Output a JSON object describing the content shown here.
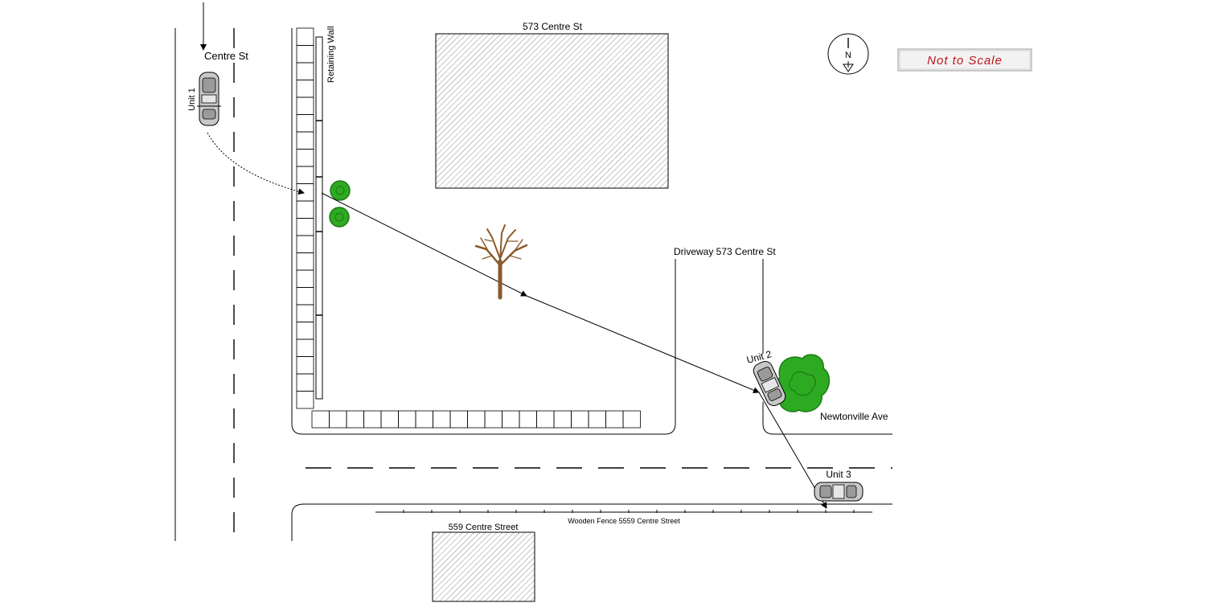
{
  "labels": {
    "centre_st": "Centre St",
    "building_573": "573 Centre St",
    "retaining_wall": "Retaining Wall",
    "driveway": "Driveway 573 Centre St",
    "newtonville_ave": "Newtonville Ave",
    "building_559": "559 Centre Street",
    "wooden_fence": "Wooden Fence 5559 Centre Street",
    "not_to_scale": "Not to Scale",
    "north": "N"
  },
  "units": {
    "unit1": "Unit 1",
    "unit2": "Unit 2",
    "unit3": "Unit 3"
  },
  "colors": {
    "line": "#000000",
    "hatch": "#8c8c8c",
    "shrub": "#2eaa22",
    "shrub_dark": "#1d7a14",
    "tree_trunk": "#8a5a2b",
    "not_to_scale_text": "#c0141e",
    "vehicle": "#c8c8c8"
  }
}
